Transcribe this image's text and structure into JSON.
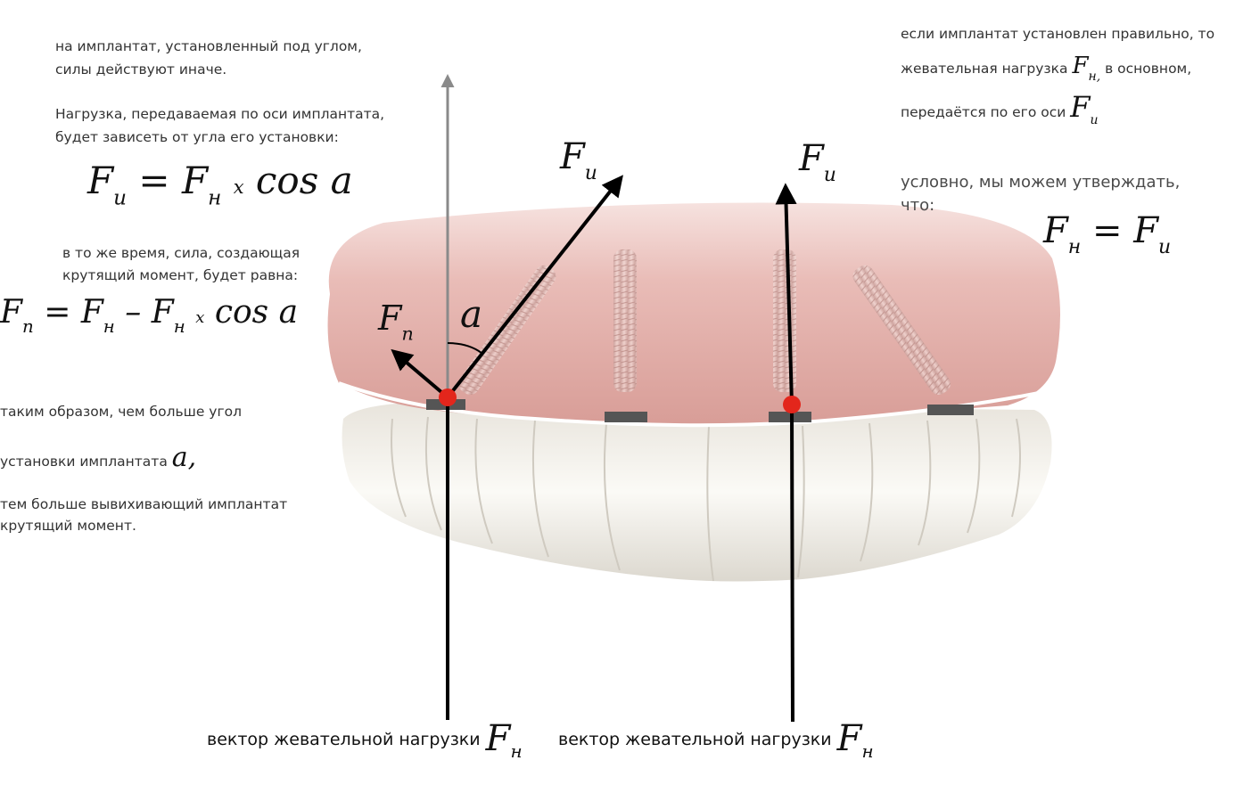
{
  "colors": {
    "gum": "#e4b2ad",
    "gum_dark": "#c98f8a",
    "tooth": "#f3f1ec",
    "arrow": "#000000",
    "axis_grey": "#8a8a8a",
    "point_red": "#e3261c"
  },
  "left_text": {
    "intro_line1": "на имплантат, установленный под углом,",
    "intro_line2": "силы действуют иначе.",
    "load_line1": "Нагрузка, передаваемая по оси имплантата,",
    "load_line2": "будет зависеть от угла его установки:",
    "formula1": {
      "lhs": "F",
      "lhs_sub": "и",
      "eq": "=",
      "rhs1": "F",
      "rhs1_sub": "н",
      "times": "x",
      "rhs2": "cos a"
    },
    "torque_line1": "в то же время, сила, создающая",
    "torque_line2": "крутящий момент, будет равна:",
    "formula2": {
      "lhs": "F",
      "lhs_sub": "п",
      "eq": "=",
      "t1": "F",
      "t1_sub": "н",
      "minus": "–",
      "t2": "F",
      "t2_sub": "н",
      "times": "x",
      "t3": "cos a"
    },
    "conclusion_line1": "таким образом, чем больше угол",
    "conclusion_line2_prefix": "установки имплантата",
    "conclusion_symbol": "a,",
    "conclusion_line3": "тем больше вывихивающий имплантат",
    "conclusion_line4": "крутящий момент."
  },
  "right_text": {
    "line1": "если имплантат установлен правильно, то",
    "line2_prefix": "жевательная нагрузка",
    "line2_sym": "F",
    "line2_sub": "н,",
    "line2_suffix": "в основном,",
    "line3_prefix": "передаётся по его оси",
    "line3_sym": "F",
    "line3_sub": "и",
    "cond_line1": "условно, мы можем утверждать,",
    "cond_line2": "что:",
    "formula3": {
      "lhs": "F",
      "lhs_sub": "н",
      "eq": "=",
      "rhs": "F",
      "rhs_sub": "и"
    }
  },
  "diagram_labels": {
    "left_Fi": "F",
    "left_Fi_sub": "и",
    "left_Fp": "F",
    "left_Fp_sub": "п",
    "angle": "a",
    "right_Fi": "F",
    "right_Fi_sub": "и"
  },
  "captions": {
    "left_label": "вектор жевательной нагрузки",
    "left_sym": "F",
    "left_sub": "н",
    "right_label": "вектор жевательной нагрузки",
    "right_sym": "F",
    "right_sub": "н"
  },
  "icons": [
    "denture-image",
    "implant-screw-icon",
    "force-arrow",
    "contact-point-icon"
  ]
}
